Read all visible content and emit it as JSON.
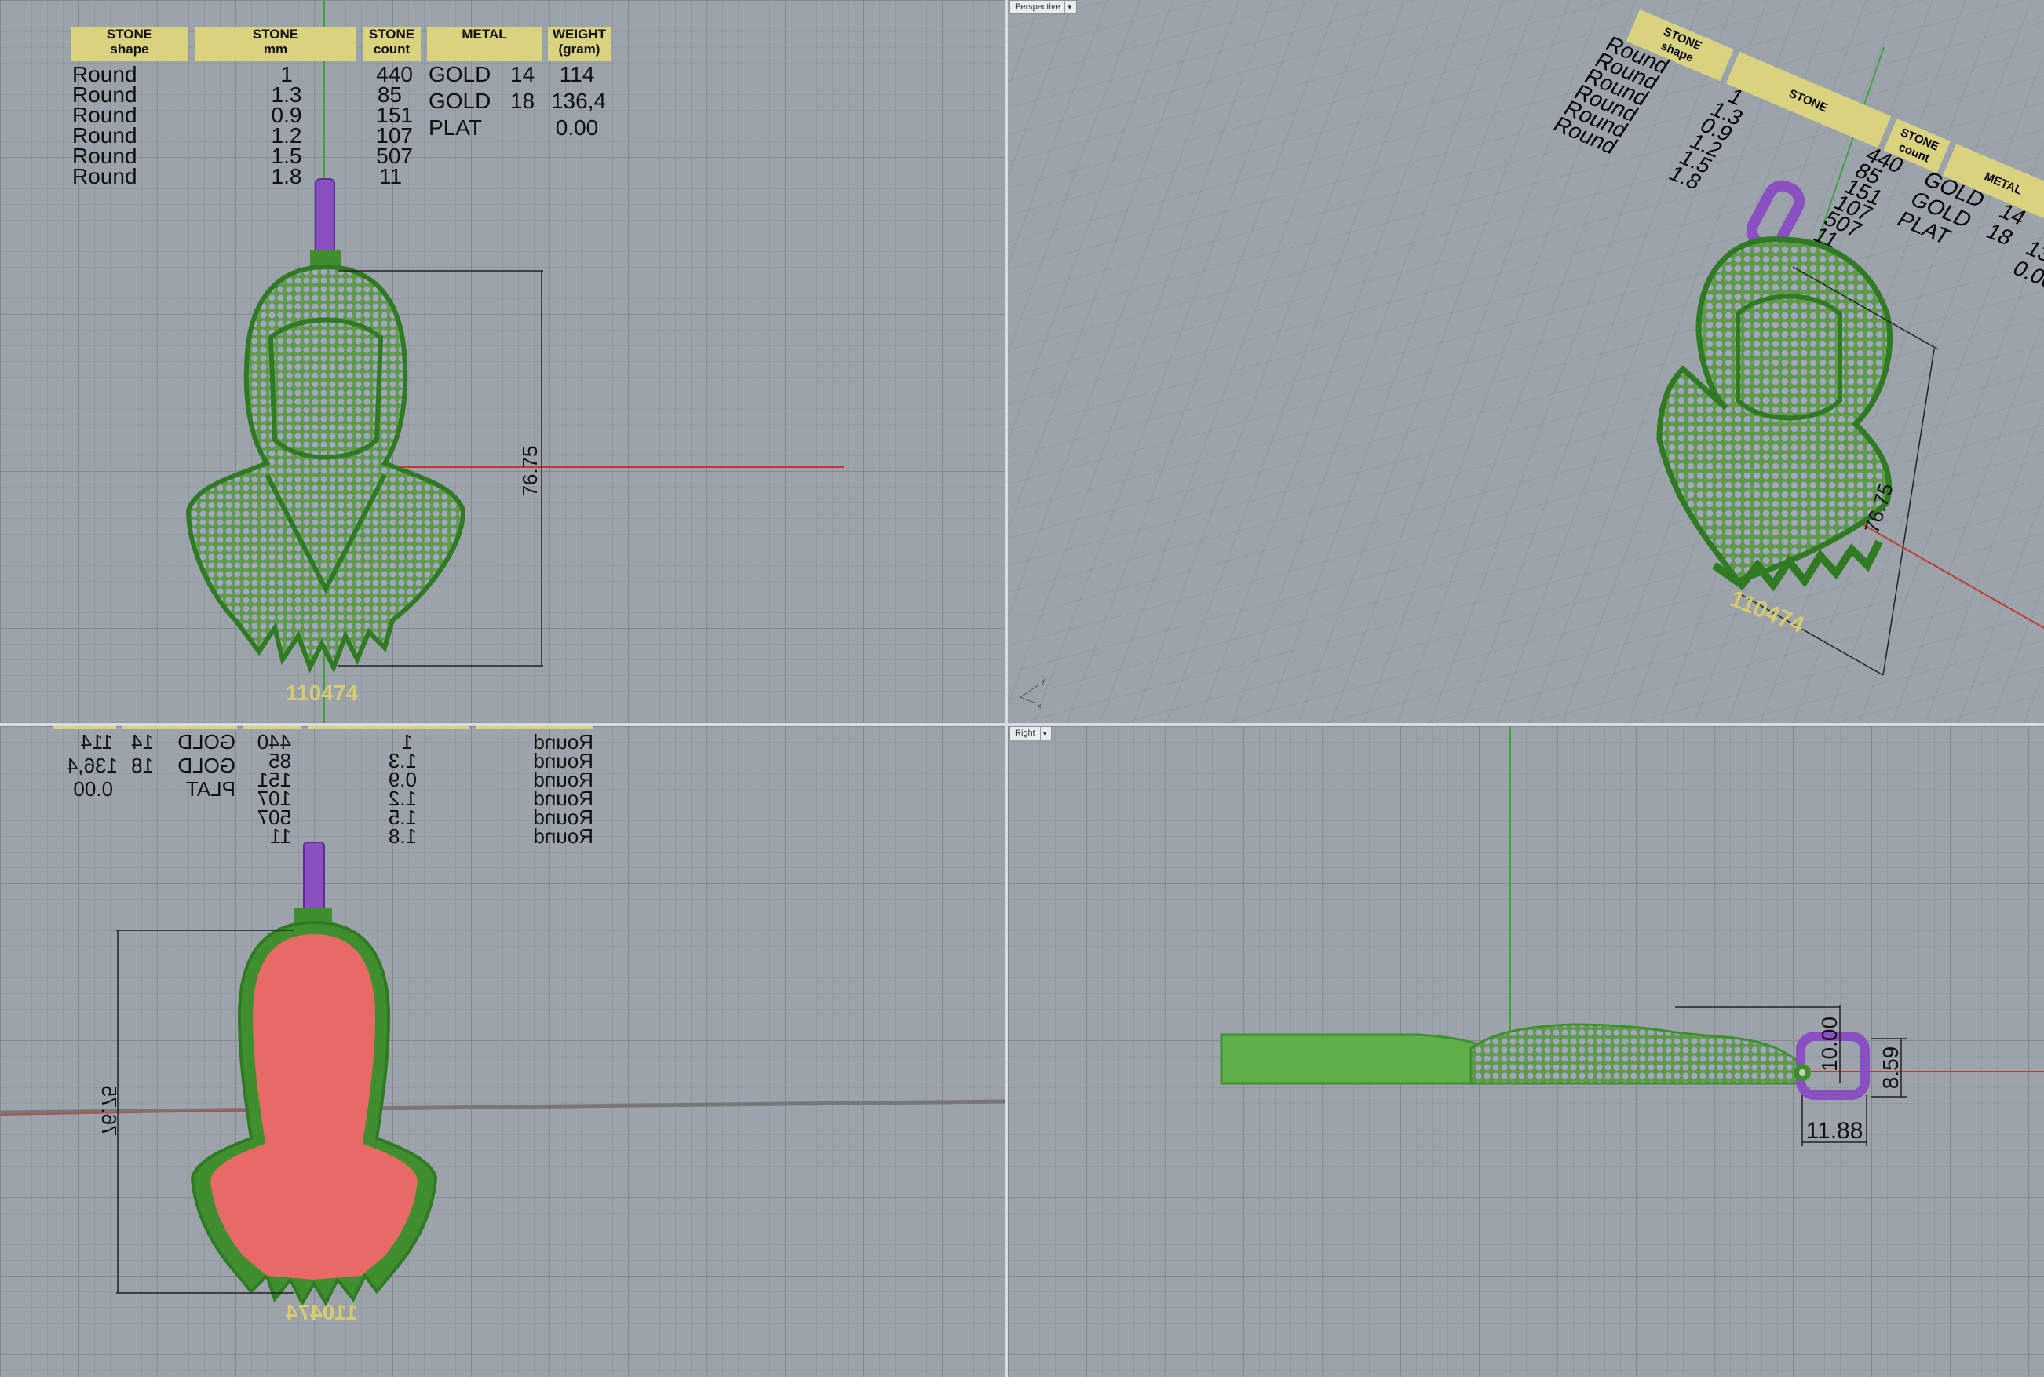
{
  "viewports": {
    "perspective_label": "Perspective",
    "right_label": "Right"
  },
  "table": {
    "headers": [
      {
        "line1": "STONE",
        "line2": "shape"
      },
      {
        "line1": "STONE",
        "line2": "mm"
      },
      {
        "line1": "STONE",
        "line2": "count"
      },
      {
        "line1": "METAL",
        "line2": ""
      },
      {
        "line1": "WEIGHT",
        "line2": "(gram)"
      }
    ],
    "rows": [
      {
        "shape": "Round",
        "mm": "1",
        "count": "440"
      },
      {
        "shape": "Round",
        "mm": "1.3",
        "count": "85"
      },
      {
        "shape": "Round",
        "mm": "0.9",
        "count": "151"
      },
      {
        "shape": "Round",
        "mm": "1.2",
        "count": "107"
      },
      {
        "shape": "Round",
        "mm": "1.5",
        "count": "507"
      },
      {
        "shape": "Round",
        "mm": "1.8",
        "count": "11"
      }
    ],
    "metals": [
      {
        "metal": "GOLD",
        "karat": "14",
        "weight": "114"
      },
      {
        "metal": "GOLD",
        "karat": "18",
        "weight": "136,4"
      },
      {
        "metal": "PLAT",
        "karat": "",
        "weight": "0.00"
      }
    ]
  },
  "model_id": "110474",
  "dimensions": {
    "height": "76.75",
    "bail_width": "11.88",
    "bail_height": "8.59",
    "bail_depth": "10.00"
  },
  "colors": {
    "viewport_bg": "#9ca3ab",
    "header_fill": "#d9d27e",
    "metal_green": "#3f8f2f",
    "bail_purple": "#8a4fc0",
    "section_red": "#e86a66"
  }
}
